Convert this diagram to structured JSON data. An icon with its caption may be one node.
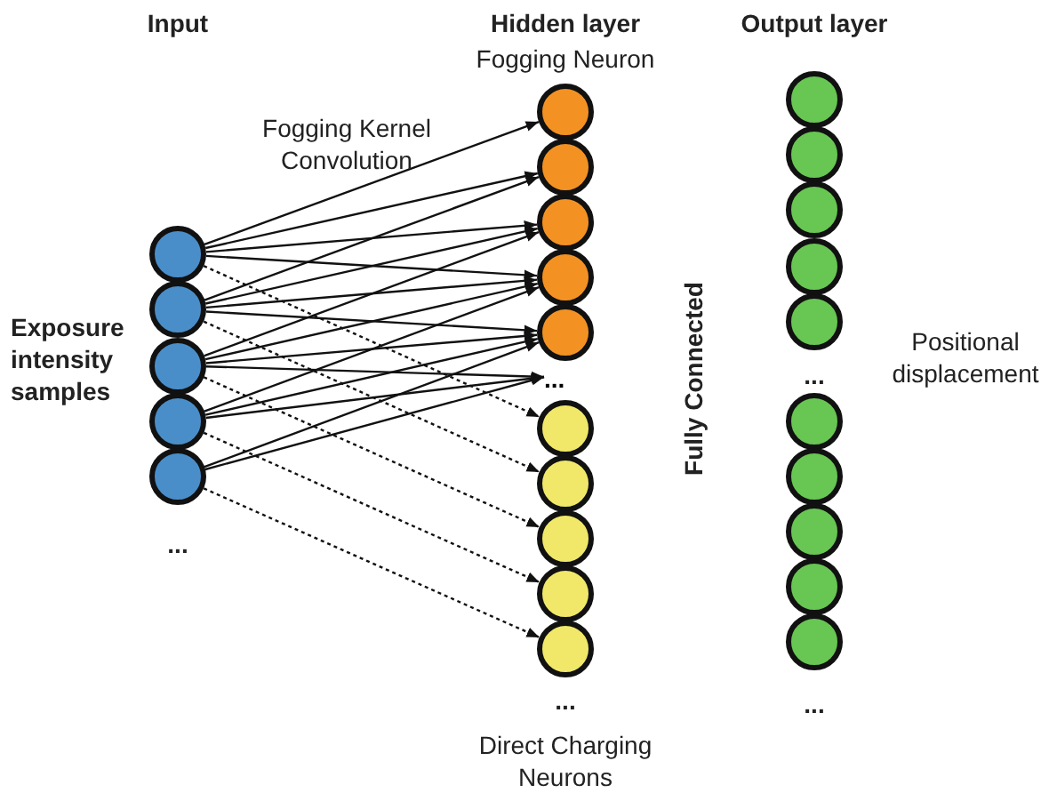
{
  "diagram": {
    "nodes": [
      {
        "text": [],
        "shape": "circle"
      },
      {
        "text": [],
        "shape": "circle"
      },
      {
        "text": [],
        "shape": "circle"
      },
      {
        "text": [],
        "shape": "circle"
      },
      {
        "text": [],
        "shape": "circle"
      },
      {
        "text": [],
        "shape": "circle"
      },
      {
        "text": [],
        "shape": "circle"
      },
      {
        "text": [],
        "shape": "circle"
      },
      {
        "text": [],
        "shape": "circle"
      },
      {
        "text": [],
        "shape": "circle"
      },
      {
        "text": [
          "..."
        ]
      },
      {
        "text": [],
        "shape": "circle"
      },
      {
        "text": [],
        "shape": "circle"
      },
      {
        "text": [],
        "shape": "circle"
      },
      {
        "text": [],
        "shape": "circle"
      },
      {
        "text": [],
        "shape": "circle"
      },
      {
        "text": [],
        "shape": "circle"
      },
      {
        "text": [],
        "shape": "circle"
      },
      {
        "text": [],
        "shape": "circle"
      },
      {
        "text": [],
        "shape": "circle"
      },
      {
        "text": [],
        "shape": "circle"
      },
      {
        "text": [],
        "shape": "circle"
      },
      {
        "text": [],
        "shape": "circle"
      },
      {
        "text": [],
        "shape": "circle"
      },
      {
        "text": [],
        "shape": "circle"
      },
      {
        "text": [],
        "shape": "circle"
      }
    ],
    "edges": [
      {
        "from": 0,
        "to": 5,
        "arrow": "to"
      },
      {
        "from": 0,
        "to": 6,
        "arrow": "to"
      },
      {
        "from": 0,
        "to": 7,
        "arrow": "to"
      },
      {
        "from": 0,
        "to": 8,
        "arrow": "to"
      },
      {
        "from": 1,
        "to": 6,
        "arrow": "to"
      },
      {
        "from": 1,
        "to": 7,
        "arrow": "to"
      },
      {
        "from": 1,
        "to": 8,
        "arrow": "to"
      },
      {
        "from": 1,
        "to": 9,
        "arrow": "to"
      },
      {
        "from": 2,
        "to": 7,
        "arrow": "to"
      },
      {
        "from": 2,
        "to": 8,
        "arrow": "to"
      },
      {
        "from": 2,
        "to": 9,
        "arrow": "to"
      },
      {
        "from": 2,
        "to": 10,
        "arrow": "to"
      },
      {
        "from": 3,
        "to": 8,
        "arrow": "to"
      },
      {
        "from": 3,
        "to": 9,
        "arrow": "to"
      },
      {
        "from": 3,
        "to": 10,
        "arrow": "to"
      },
      {
        "from": 4,
        "to": 9,
        "arrow": "to"
      },
      {
        "from": 4,
        "to": 10,
        "arrow": "to"
      },
      {
        "from": 0,
        "to": 11,
        "arrow": "to",
        "style": "dashed"
      },
      {
        "from": 1,
        "to": 12,
        "arrow": "to",
        "style": "dashed"
      },
      {
        "from": 2,
        "to": 13,
        "arrow": "to",
        "style": "dashed"
      },
      {
        "from": 3,
        "to": 14,
        "arrow": "to",
        "style": "dashed"
      },
      {
        "from": 4,
        "to": 15,
        "arrow": "to",
        "style": "dashed"
      }
    ],
    "labels": [
      "Input",
      "Hidden layer",
      "Output layer",
      "Fogging Neuron",
      "Fogging Kernel Convolution",
      "Exposure intensity samples",
      "Fully Connected",
      "...",
      "Positional displacement",
      "...",
      "...",
      "Direct Charging Neurons",
      "..."
    ]
  }
}
